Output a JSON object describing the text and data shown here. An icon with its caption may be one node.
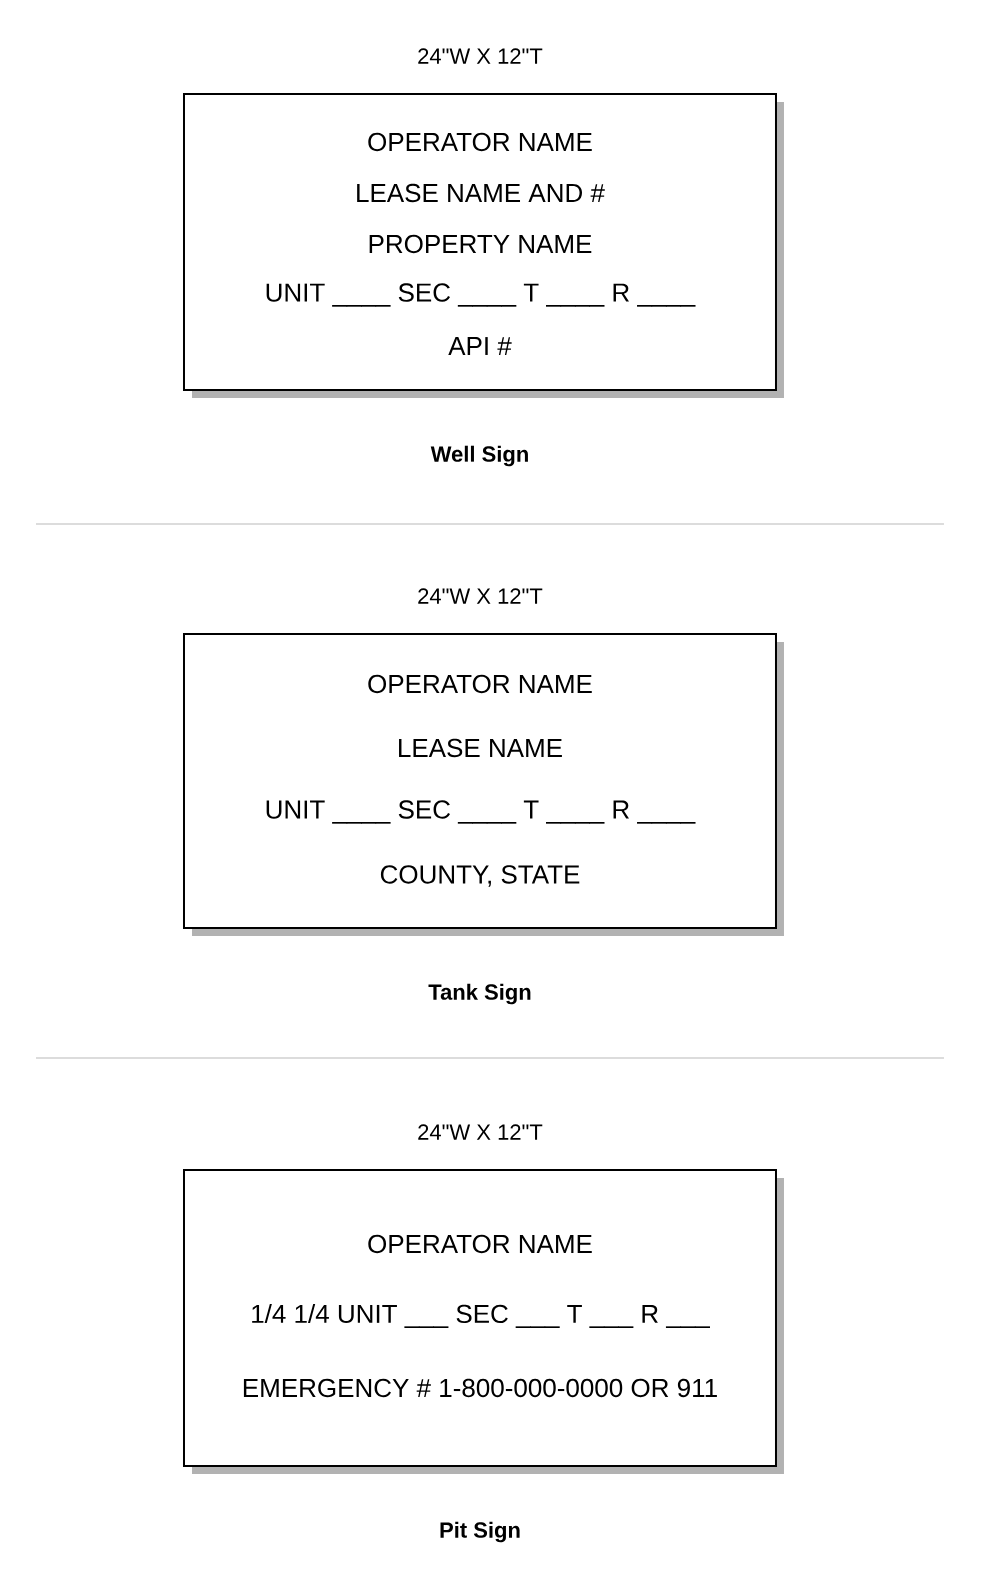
{
  "diagram": {
    "nodes": [
      {
        "text": [
          "OPERATOR NAME",
          "LEASE NAME AND #",
          "PROPERTY NAME",
          "UNIT ____ SEC ____ T ____ R ____",
          "API #"
        ],
        "beside": [
          "24\"W X 12\"T",
          "Well Sign"
        ]
      },
      {
        "text": [
          "OPERATOR NAME",
          "LEASE NAME",
          "UNIT ____ SEC ____ T ____ R ____",
          "COUNTY, STATE"
        ],
        "beside": [
          "24\"W X 12\"T",
          "Tank Sign"
        ]
      },
      {
        "text": [
          "OPERATOR NAME",
          "1/4 1/4 UNIT ___ SEC ___ T ___ R ___",
          "EMERGENCY # 1-800-000-0000 OR 911"
        ],
        "beside": [
          "24\"W X 12\"T",
          "Pit Sign"
        ]
      }
    ]
  }
}
